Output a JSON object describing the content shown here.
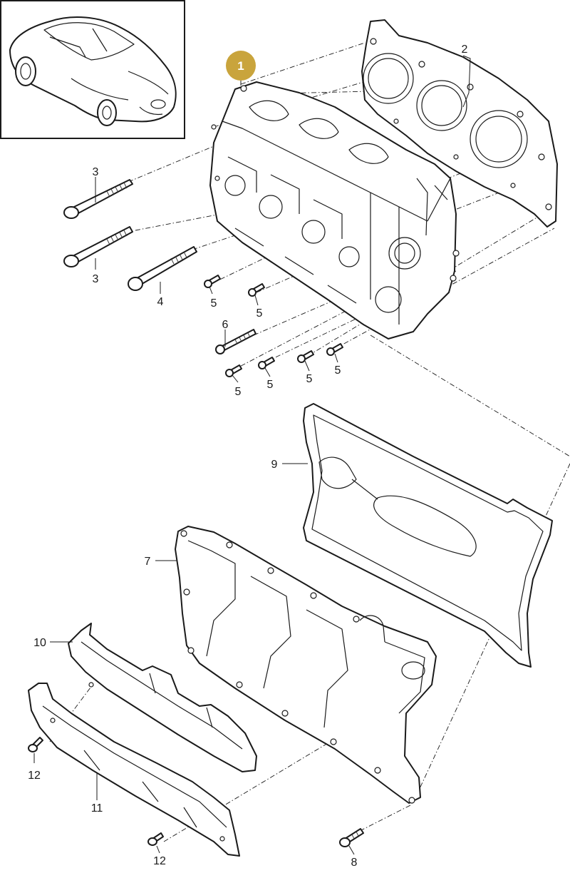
{
  "highlight_color": "#c9a43c",
  "highlight_label": "1",
  "thumbnail_icon": "car-coupe-icon",
  "callouts": {
    "c2": "2",
    "c3a": "3",
    "c3b": "3",
    "c4": "4",
    "c5a": "5",
    "c5b": "5",
    "c5c": "5",
    "c5d": "5",
    "c5e": "5",
    "c5f": "5",
    "c6": "6",
    "c7": "7",
    "c8": "8",
    "c9": "9",
    "c10": "10",
    "c11": "11",
    "c12a": "12",
    "c12b": "12"
  }
}
